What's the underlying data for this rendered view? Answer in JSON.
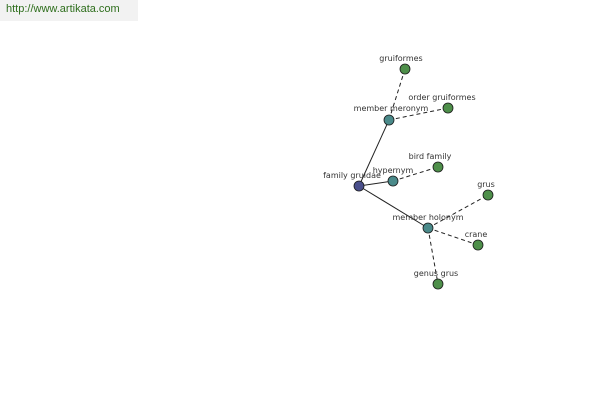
{
  "banner": {
    "url": "http://www.artikata.com"
  },
  "graph": {
    "colors": {
      "root": "#4a4f8c",
      "relation": "#4a8a8a",
      "leaf": "#4e8f4a",
      "edge": "#222222"
    },
    "nodes": [
      {
        "id": "family-grus",
        "label": "family gruidae",
        "kind": "root"
      },
      {
        "id": "member-meronym",
        "label": "member meronym",
        "kind": "relation"
      },
      {
        "id": "hypernym",
        "label": "hypernym",
        "kind": "relation"
      },
      {
        "id": "member-holonym",
        "label": "member holonym",
        "kind": "relation"
      },
      {
        "id": "gruiformes",
        "label": "gruiformes",
        "kind": "leaf"
      },
      {
        "id": "order-gruiformes",
        "label": "order gruiformes",
        "kind": "leaf"
      },
      {
        "id": "bird-family",
        "label": "bird family",
        "kind": "leaf"
      },
      {
        "id": "grus",
        "label": "grus",
        "kind": "leaf"
      },
      {
        "id": "crane",
        "label": "crane",
        "kind": "leaf"
      },
      {
        "id": "genus-grus",
        "label": "genus grus",
        "kind": "leaf"
      }
    ],
    "edges": [
      {
        "from": "family-grus",
        "to": "member-meronym",
        "style": "solid"
      },
      {
        "from": "family-grus",
        "to": "hypernym",
        "style": "solid"
      },
      {
        "from": "family-grus",
        "to": "member-holonym",
        "style": "solid"
      },
      {
        "from": "member-meronym",
        "to": "gruiformes",
        "style": "dashed"
      },
      {
        "from": "member-meronym",
        "to": "order-gruiformes",
        "style": "dashed"
      },
      {
        "from": "hypernym",
        "to": "bird-family",
        "style": "dashed"
      },
      {
        "from": "member-holonym",
        "to": "grus",
        "style": "dashed"
      },
      {
        "from": "member-holonym",
        "to": "crane",
        "style": "dashed"
      },
      {
        "from": "member-holonym",
        "to": "genus-grus",
        "style": "dashed"
      }
    ]
  }
}
